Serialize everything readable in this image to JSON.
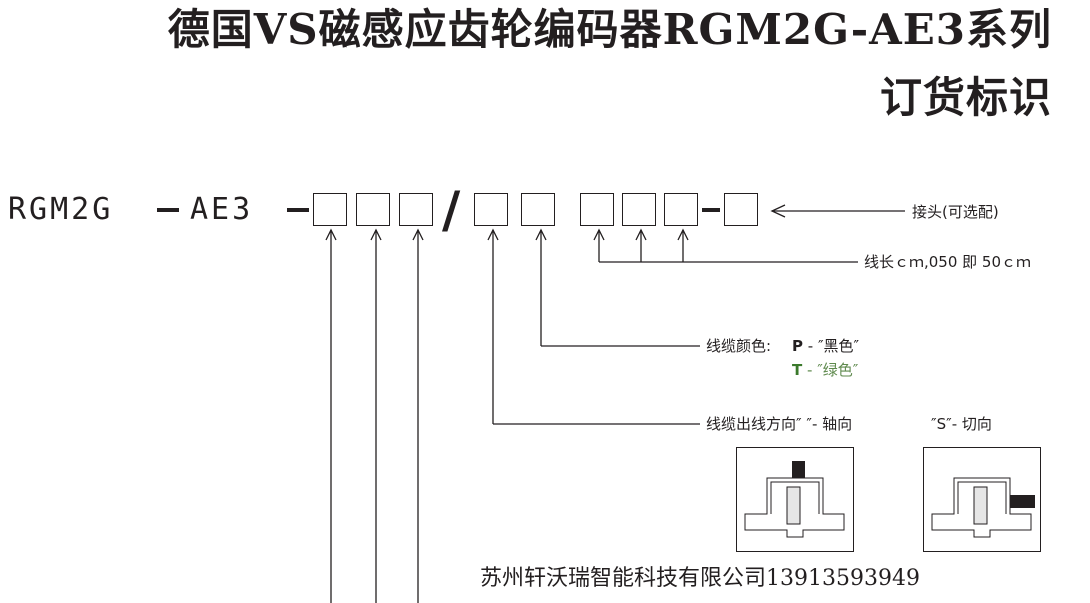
{
  "title": {
    "line1": "德国VS磁感应齿轮编码器RGM2G-AE3系列",
    "line2": "订货标识"
  },
  "order_code": {
    "prefix": "RGM2G",
    "mid": "AE3",
    "slot_count": 9
  },
  "labels": {
    "connector": "接头(可选配)",
    "cable_length": "线长ｃｍ,050 即 50ｃｍ",
    "cable_color_title": "线缆颜色:",
    "cable_color_options": [
      {
        "code": "P",
        "sep": " - ",
        "name": "″黑色″",
        "color": "#231f20"
      },
      {
        "code": "T",
        "sep": " - ",
        "name": "″绿色″",
        "color": "#3b7a2c"
      }
    ],
    "cable_exit_axial": "线缆出线方向″ ″- 轴向",
    "cable_exit_tangential": "″S″- 切向"
  },
  "diagrams": {
    "axial": "axial-exit-diagram",
    "tangential": "tangential-exit-diagram"
  },
  "company": "苏州轩沃瑞智能科技有限公司13913593949",
  "colors": {
    "ink": "#231f20",
    "green": "#3b7a2c",
    "green_text": "#5f8a4e"
  }
}
